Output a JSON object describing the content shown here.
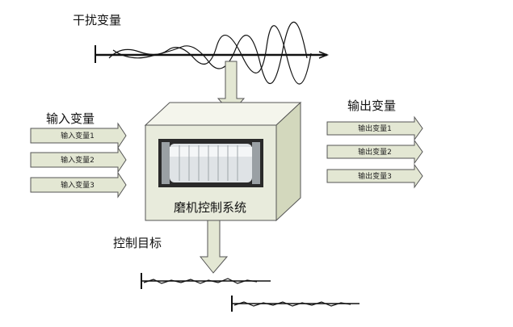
{
  "labels": {
    "disturbance": "干扰变量",
    "input_group": "输入变量",
    "output_group": "输出变量",
    "system": "磨机控制系统",
    "target": "控制目标"
  },
  "inputs": [
    "输入变量1",
    "输入变量2",
    "输入变量3"
  ],
  "outputs": [
    "输出变量1",
    "输出变量2",
    "输出变量3"
  ],
  "colors": {
    "box_front": "#e8ebdc",
    "box_top": "#f4f5ec",
    "box_side": "#d3d8bd",
    "arrow_fill": "#e3e7d3",
    "stroke": "#555555",
    "roller": "#d8dcdf"
  }
}
